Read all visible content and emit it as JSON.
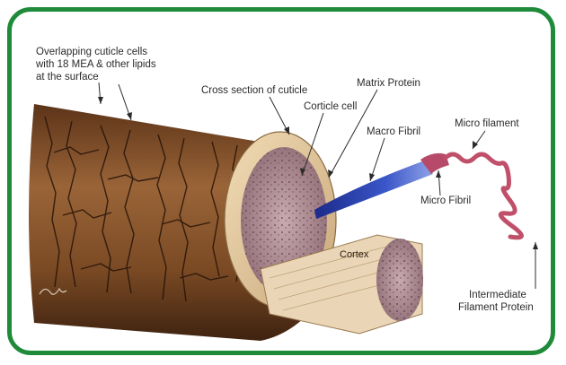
{
  "labels": {
    "cuticle_line1": "Overlapping cuticle cells",
    "cuticle_line2": "with 18 MEA & other lipids",
    "cuticle_line3": "at the surface",
    "cross_section": "Cross section of cuticle",
    "matrix_protein": "Matrix Protein",
    "corticle_cell": "Corticle cell",
    "macro_fibril": "Macro Fibril",
    "micro_filament": "Micro filament",
    "micro_fibril": "Micro Fibril",
    "cortex": "Cortex",
    "intermediate_line1": "Intermediate",
    "intermediate_line2": "Filament Protein"
  },
  "colors": {
    "border": "#1f8a3a",
    "hair": "#7a4a2a",
    "cortex": "#b89aa0",
    "fibril": "#2a3aa0",
    "filament": "#c0506a"
  }
}
